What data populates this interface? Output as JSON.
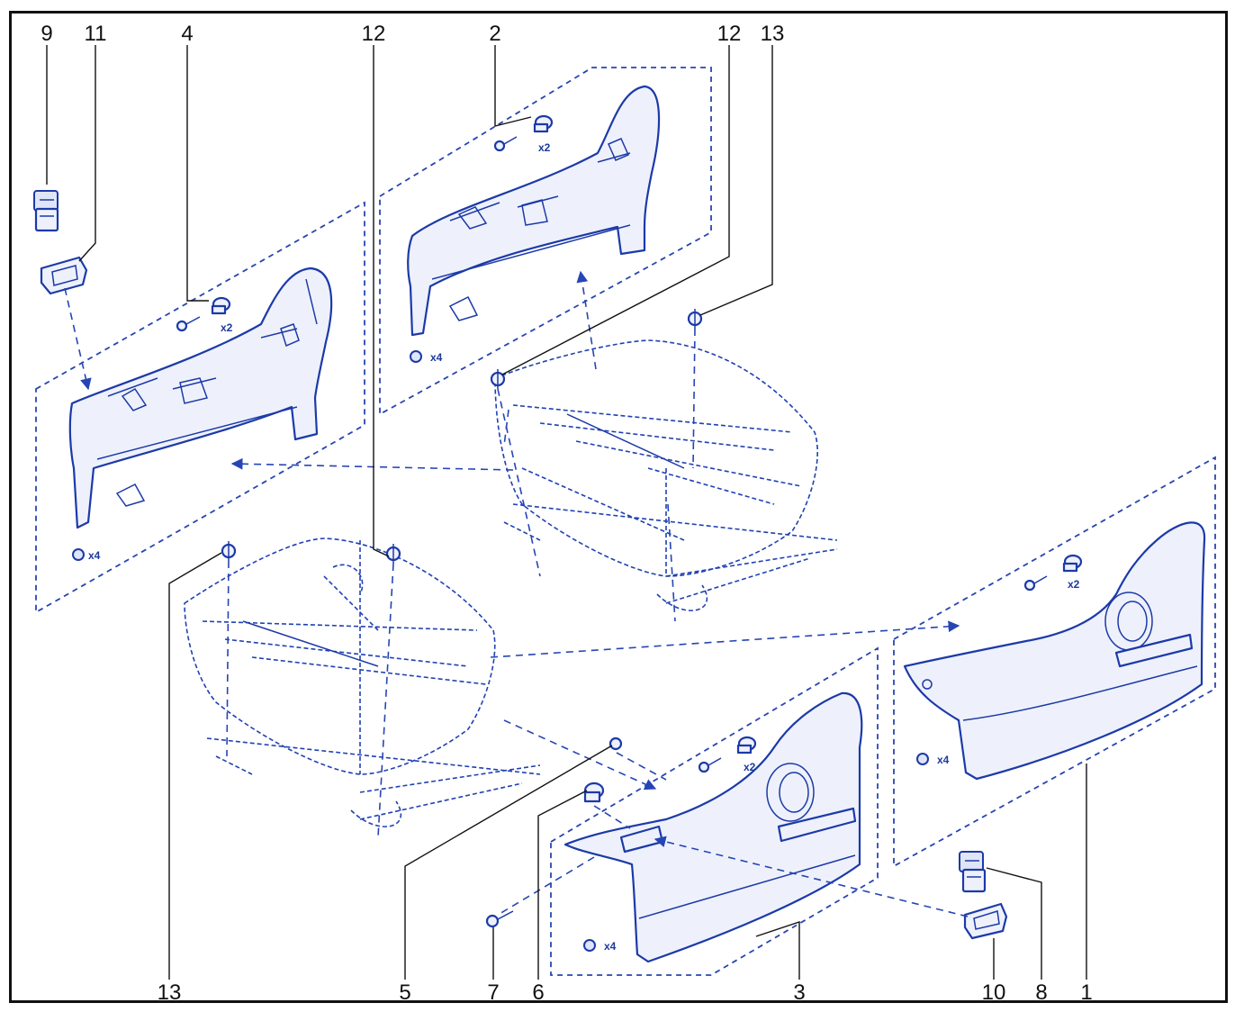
{
  "callouts": {
    "c9": "9",
    "c11": "11",
    "c4": "4",
    "c12a": "12",
    "c2": "2",
    "c12b": "12",
    "c13a": "13",
    "c13b": "13",
    "c5": "5",
    "c7": "7",
    "c6": "6",
    "c3": "3",
    "c10": "10",
    "c8": "8",
    "c1": "1"
  },
  "quantities": {
    "q_left_panel_screws": "x2",
    "q_left_panel_clips": "x4",
    "q_top_panel_screws": "x2",
    "q_top_panel_clips": "x4",
    "q_front_panel_screws": "x2",
    "q_front_panel_clips": "x4",
    "q_right_panel_screws": "x2",
    "q_right_panel_clips": "x4"
  },
  "colors": {
    "line": "#1c3aa8",
    "fill": "#eef1fb",
    "text": "#111111"
  }
}
